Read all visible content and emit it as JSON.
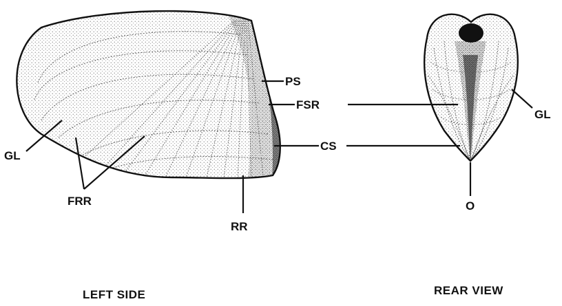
{
  "labels": {
    "ps": "PS",
    "fsr": "FSR",
    "cs": "CS",
    "gl_left": "GL",
    "gl_right": "GL",
    "frr": "FRR",
    "rr": "RR",
    "o": "O"
  },
  "captions": {
    "left": "LEFT SIDE",
    "right": "REAR VIEW"
  }
}
